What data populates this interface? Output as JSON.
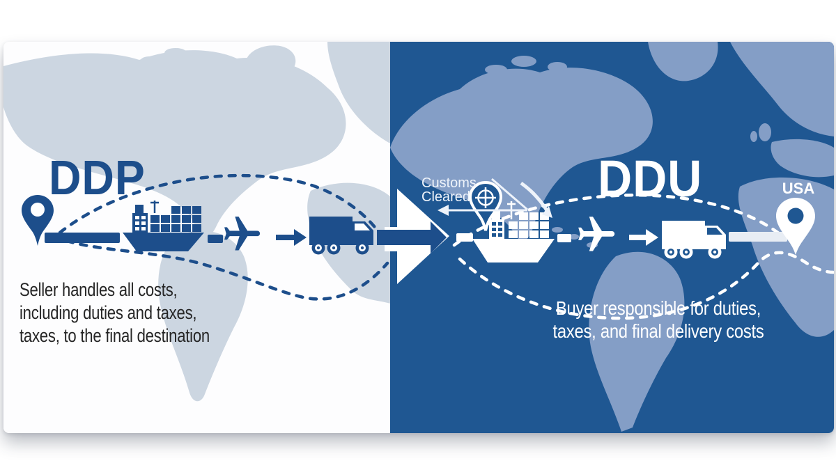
{
  "colors": {
    "accent": "#1d4e8b",
    "panel_blue": "#1f5792",
    "land_light": "#ccd6e1",
    "land_slate": "#849ec6",
    "page_bg": "#ffffff",
    "left_bg": "#fdfdfe",
    "text_dark": "#262626",
    "text_light": "#eef3fa"
  },
  "ddp_panel": {
    "title": "DDP",
    "description_lines": [
      "Seller handles all costs,",
      "including duties and taxes,",
      "taxes, to the final destination"
    ]
  },
  "ddu_panel": {
    "title": "DDU",
    "customs_lines": [
      "Customs",
      "Cleared"
    ],
    "destination_label": "USA",
    "description_lines": [
      "Buyer responsible for duties,",
      "taxes, and final delivery costs"
    ]
  },
  "icons": {
    "origin_pin": "location-pin",
    "destination_pin": "location-pin",
    "customs_pin": "crosshair-location-pin",
    "ship": "cargo-ship",
    "plane": "airplane",
    "truck": "delivery-truck",
    "transition": "big-right-arrow",
    "route_style": "dotted-arcs"
  }
}
